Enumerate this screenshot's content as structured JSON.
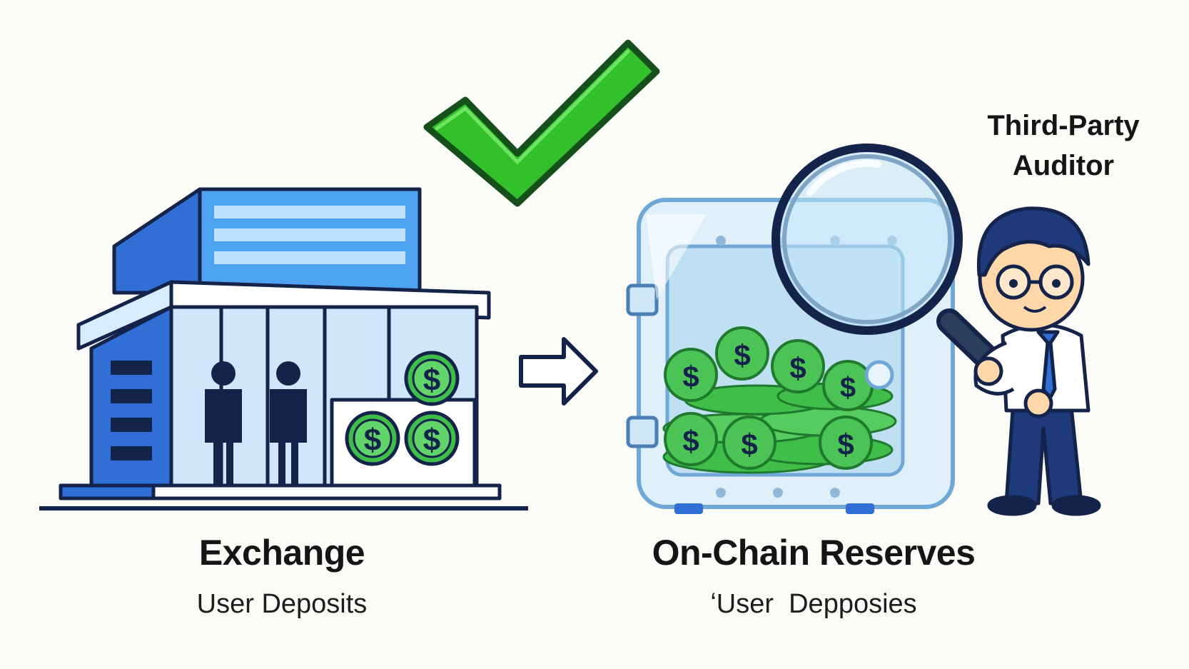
{
  "left_panel": {
    "title": "Exchange",
    "subtitle": "User Deposits"
  },
  "right_panel": {
    "title": "On-Chain Reserves",
    "subtitle": "ʻUser  Depposies"
  },
  "auditor": {
    "line1": "Third-Party",
    "line2": "Auditor"
  },
  "icons": {
    "checkmark": "checkmark-icon",
    "arrow": "right-arrow-icon",
    "magnifier": "magnifying-glass-icon",
    "coin_symbol": "$"
  },
  "colors": {
    "check_green": "#33c12b",
    "building_blue": "#2f6fd6",
    "coin_green": "#3fbf4a",
    "outline_navy": "#14234a",
    "vault_glass": "#cfe9f7"
  }
}
